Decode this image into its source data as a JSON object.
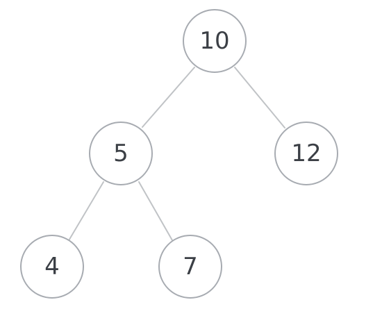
{
  "tree": {
    "nodes": [
      {
        "id": "n10",
        "label": "10"
      },
      {
        "id": "n5",
        "label": "5"
      },
      {
        "id": "n12",
        "label": "12"
      },
      {
        "id": "n4",
        "label": "4"
      },
      {
        "id": "n7",
        "label": "7"
      }
    ],
    "edges": [
      {
        "from": "n10",
        "to": "n5"
      },
      {
        "from": "n10",
        "to": "n12"
      },
      {
        "from": "n5",
        "to": "n4"
      },
      {
        "from": "n5",
        "to": "n7"
      }
    ]
  }
}
